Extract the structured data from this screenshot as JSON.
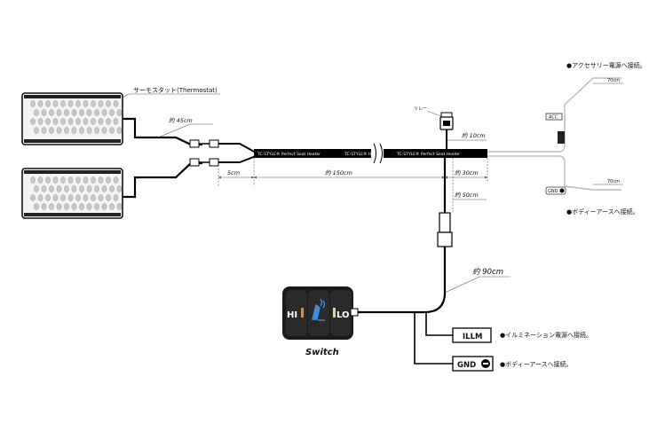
{
  "labels": {
    "thermostat": "サーモスタット(Thermostat)",
    "len_45": "約 45cm",
    "relay": "リレー",
    "len_10": "約 10cm",
    "len_5": "5cm",
    "len_150": "約 150cm",
    "len_30": "約 30cm",
    "len_50": "約 50cm",
    "len_90": "約 90cm",
    "len_70_top": "70cm",
    "len_70_bottom": "70cm",
    "acc_note": "●アクセサリー電源へ接続。",
    "body_note_top": "●ボディーアースへ接続。",
    "illm_note": "●イルミネーション電源へ接続。",
    "gnd_note": "●ボディーアースへ接続。",
    "cable_print_1": "TC-STYLE® Perfect Seat Heater",
    "cable_print_2": "TC-STYLE® H",
    "cable_print_3": "TC-STYLE® Perfect Seat Heater"
  },
  "terminals": {
    "acc": "ACC",
    "gnd_small": "GND",
    "illm": "ILLM",
    "gnd": "GND"
  },
  "switch": {
    "hi": "HI",
    "lo": "LO",
    "title": "Switch"
  },
  "colors": {
    "cable": "#000000",
    "pad_border": "#111111",
    "pad_fill": "#f4f4f4",
    "switch_body": "#1a1a1a",
    "hi_indicator": "#f08a1c",
    "lo_indicator": "#f5c98a",
    "seat_icon": "#3a8fd6",
    "thin_wire": "#bbbbbb"
  }
}
